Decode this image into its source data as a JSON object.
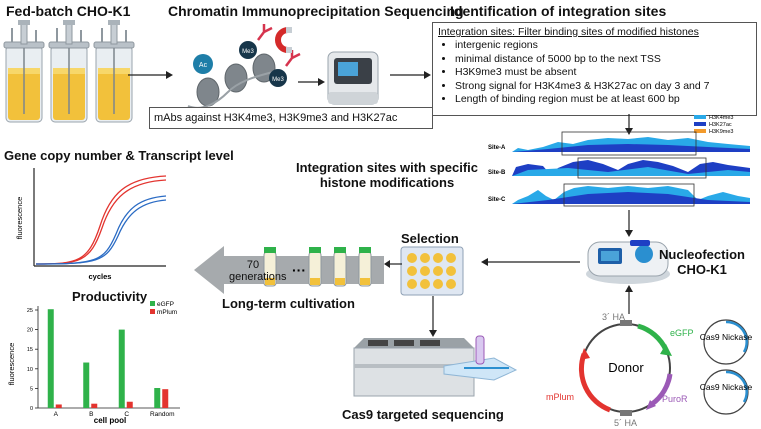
{
  "headings": {
    "fed_batch": "Fed-batch CHO-K1",
    "chip": "Chromatin Immunoprecipitation Sequencing",
    "identification": "Identification of integration sites",
    "gene_copy": "Gene copy number & Transcript level",
    "integration_sites": "Integration sites with specific histone modifications",
    "selection": "Selection",
    "nucleofection": "Nucleofection CHO-K1",
    "long_term": "Long-term cultivation",
    "generations": "70 generations",
    "productivity": "Productivity",
    "cas9_seq": "Cas9 targeted sequencing"
  },
  "chip_labels": {
    "ac": "Ac",
    "me3a": "Me3",
    "me3b": "Me3"
  },
  "mabs_box": "mAbs against H3K4me3, H3K9me3 and H3K27ac",
  "criteria": {
    "title": "Integration sites: Filter binding sites of modified histones",
    "items": [
      "intergenic regions",
      "minimal distance of 5000 bp to the next TSS",
      "H3K9me3 must be absent",
      "Strong signal for H3K4me3 & H3K27ac on day 3 and 7",
      "Length of binding region must be at least 600 bp"
    ]
  },
  "tracks": {
    "sites": [
      "Site-A",
      "Site-B",
      "Site-C"
    ],
    "legend": [
      {
        "name": "H3K4me3",
        "color": "#29a9e8"
      },
      {
        "name": "H3K27ac",
        "color": "#1e3fc4"
      },
      {
        "name": "H3K9me3",
        "color": "#f39a2b"
      }
    ]
  },
  "qpcr_plot": {
    "ylabel": "fluorescence",
    "xlabel": "cycles"
  },
  "plasmid": {
    "center": "Donor",
    "labels": [
      "3´ HA",
      "eGFP",
      "PuroR",
      "5´ HA",
      "mPlum"
    ],
    "nickase": [
      "Cas9 Nickase",
      "Cas9 Nickase"
    ]
  },
  "colors": {
    "egfp": "#2fb24a",
    "mplum": "#e3342f",
    "puro": "#9b59b6",
    "blue_track": "#1e3fc4",
    "light_track": "#29a9e8"
  },
  "chart_data": {
    "type": "bar",
    "title": "Productivity",
    "xlabel": "cell pool",
    "ylabel": "fluorescence",
    "categories": [
      "A",
      "B",
      "C",
      "Random"
    ],
    "series": [
      {
        "name": "eGFP",
        "color": "#2fb24a",
        "values": [
          25.2,
          11.6,
          20.0,
          5.1
        ]
      },
      {
        "name": "mPlum",
        "color": "#e3342f",
        "values": [
          0.9,
          1.1,
          1.6,
          4.8
        ]
      }
    ],
    "ylim": [
      0,
      25
    ],
    "yticks": [
      0,
      5,
      10,
      15,
      20,
      25
    ],
    "legend": "top-right",
    "grid": false
  }
}
